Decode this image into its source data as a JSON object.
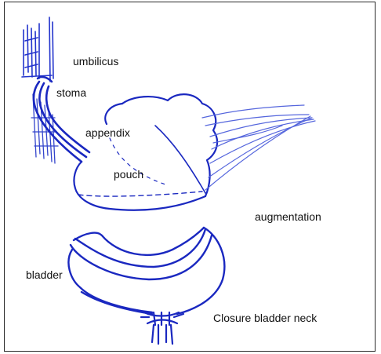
{
  "labels": {
    "umbilicus": "umbilicus",
    "stoma": "stoma",
    "appendix": "appendix",
    "pouch": "pouch",
    "augmentation": "augmentation",
    "bladder": "bladder",
    "closure": "Closure bladder neck"
  },
  "colors": {
    "ink": "#2233cc",
    "ink_light": "#6677dd",
    "border": "#2b2b2b",
    "text": "#111111"
  }
}
